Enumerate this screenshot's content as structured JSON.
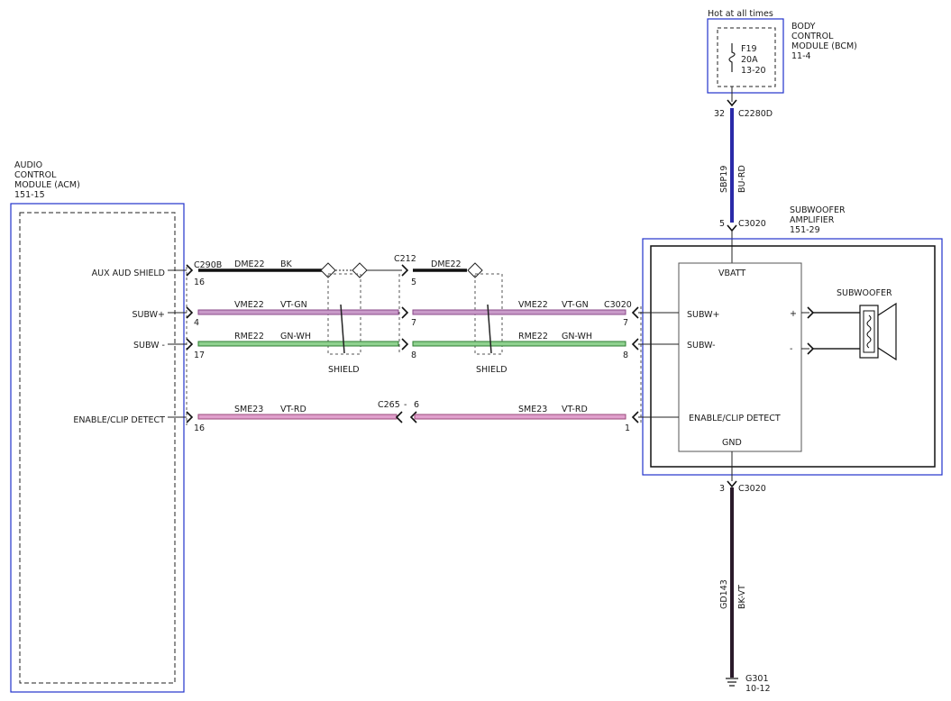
{
  "colors": {
    "module_border": "#2233cc",
    "wire_bu_rd": "#2a2aa8",
    "wire_bk": "#111111",
    "wire_vt_gn_outer": "#8a4a8a",
    "wire_vt_gn_inner": "#c89ac8",
    "wire_gn_wh_outer": "#2e7d32",
    "wire_gn_wh_inner": "#8fd18f",
    "wire_vt_rd_outer": "#9a4a7a",
    "wire_vt_rd_inner": "#e0a0cc",
    "wire_bk_vt": "#2a1a2a",
    "shield_dash": "#555555"
  },
  "bcm": {
    "hot_label": "Hot at all times",
    "name_lines": [
      "BODY",
      "CONTROL",
      "MODULE (BCM)",
      "11-4"
    ],
    "fuse_lines": [
      "F19",
      "20A",
      "13-20"
    ],
    "pin": "32",
    "connector": "C2280D",
    "circuit": "SBP19",
    "color": "BU-RD"
  },
  "acm": {
    "name_lines": [
      "AUDIO",
      "CONTROL",
      "MODULE (ACM)",
      "151-15"
    ],
    "pins": {
      "aux_aud_shield": "AUX AUD SHIELD",
      "subw_plus": "SUBW+",
      "subw_minus": "SUBW -",
      "enable_clip": "ENABLE/CLIP DETECT"
    }
  },
  "amp": {
    "name_lines": [
      "SUBWOOFER",
      "AMPLIFIER",
      "151-29"
    ],
    "vbatt": "VBATT",
    "subw_plus": "SUBW+",
    "subw_minus": "SUBW-",
    "enable_clip": "ENABLE/CLIP DETECT",
    "gnd": "GND",
    "speaker_label": "SUBWOOFER",
    "plus_sign": "+",
    "minus_sign": "-",
    "pin_vbatt": "5",
    "conn_vbatt": "C3020",
    "pin_gnd": "3",
    "conn_gnd": "C3020"
  },
  "wires": {
    "c290b": "C290B",
    "c212": "C212",
    "c3020": "C3020",
    "c265": "C265",
    "c265_pin": "6",
    "dash": "-",
    "shield_row": {
      "pin_left": "16",
      "circuit": "DME22",
      "color": "BK",
      "pin_mid": "5",
      "circuit_mid": "DME22"
    },
    "plus_row": {
      "pin_left": "4",
      "circuit": "VME22",
      "color": "VT-GN",
      "pin_mid": "7",
      "circuit_right": "VME22",
      "color_right": "VT-GN",
      "pin_right": "7"
    },
    "minus_row": {
      "pin_left": "17",
      "circuit": "RME22",
      "color": "GN-WH",
      "pin_mid": "8",
      "circuit_right": "RME22",
      "color_right": "GN-WH",
      "pin_right": "8"
    },
    "enable_row": {
      "pin_left": "16",
      "circuit": "SME23",
      "color": "VT-RD",
      "circuit_right": "SME23",
      "color_right": "VT-RD",
      "pin_right": "1"
    },
    "shield_label": "SHIELD"
  },
  "ground": {
    "circuit": "GD143",
    "color": "BK-VT",
    "name": "G301",
    "ref": "10-12"
  }
}
